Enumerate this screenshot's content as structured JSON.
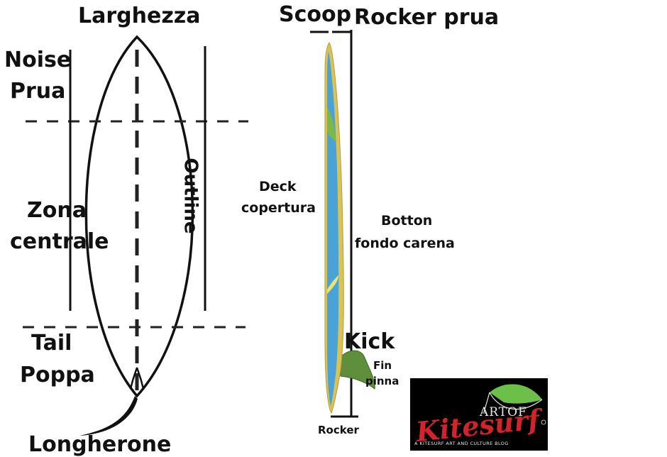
{
  "labels": {
    "width": "Larghezza",
    "nose_line1": "Noise",
    "nose_line2": "Prua",
    "outline": "Outline",
    "center_line1": "Zona",
    "center_line2": "centrale",
    "tail_line1": "Tail",
    "tail_line2": "Poppa",
    "stringer": "Longherone",
    "scoop": "Scoop",
    "nose_rocker": "Rocker prua",
    "deck_line1": "Deck",
    "deck_line2": "copertura",
    "bottom_line1": "Botton",
    "bottom_line2": "fondo carena",
    "kick": "Kick",
    "fin_line1": "Fin",
    "fin_line2": "pinna",
    "rocker": "Rocker"
  },
  "logo": {
    "top_text": "ARTOF",
    "main_text": "Kitesurf",
    "tagline": "A KITESURF ART AND CULTURE BLOG"
  },
  "colors": {
    "board_blue": "#4aa3d6",
    "board_rail": "#d9c25a",
    "board_green": "#7ab84a",
    "fin_green": "#5f8f3a",
    "logo_red": "#d2232a",
    "kite_green": "#6cc04a"
  }
}
